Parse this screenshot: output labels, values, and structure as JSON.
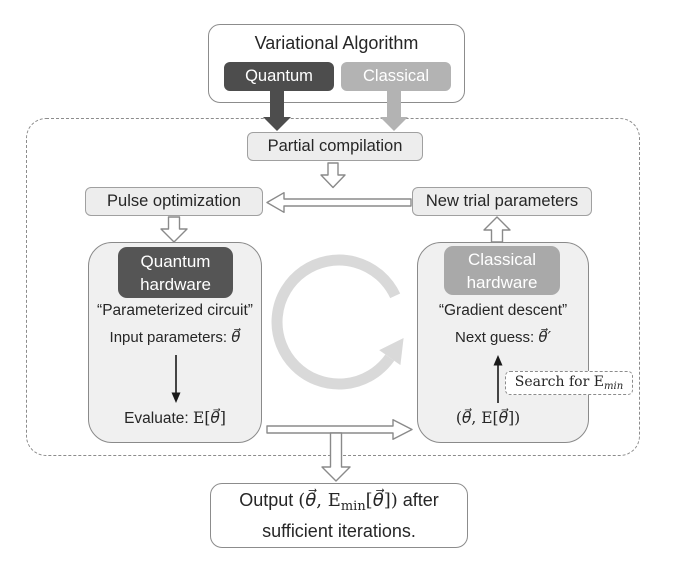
{
  "diagram": {
    "top_box": {
      "title": "Variational Algorithm",
      "quantum_label": "Quantum",
      "classical_label": "Classical"
    },
    "partial_compilation_label": "Partial compilation",
    "pulse_optimization_label": "Pulse optimization",
    "new_trial_parameters_label": "New trial parameters",
    "quantum_node": {
      "header_line1": "Quantum",
      "header_line2": "hardware",
      "subtitle": "“Parameterized circuit”",
      "input_line": [
        {
          "t": "Input parameters: "
        },
        {
          "t": "θ⃗",
          "c": "m"
        }
      ],
      "evaluate_line": [
        {
          "t": "Evaluate: "
        },
        {
          "t": "E[",
          "c": "rm"
        },
        {
          "t": "θ⃗",
          "c": "m"
        },
        {
          "t": "]",
          "c": "rm"
        }
      ]
    },
    "classical_node": {
      "header_line1": "Classical",
      "header_line2": "hardware",
      "subtitle": "“Gradient descent”",
      "next_guess_line": [
        {
          "t": "Next guess: "
        },
        {
          "t": "θ⃗",
          "c": "m"
        },
        {
          "t": "′",
          "c": "m"
        }
      ],
      "pair_line": [
        {
          "t": "(",
          "c": "rm"
        },
        {
          "t": "θ⃗",
          "c": "m"
        },
        {
          "t": ", ",
          "c": "rm"
        },
        {
          "t": "E[",
          "c": "rm"
        },
        {
          "t": "θ⃗",
          "c": "m"
        },
        {
          "t": "])",
          "c": "rm"
        }
      ]
    },
    "search_box_line": [
      {
        "t": "Search for "
      },
      {
        "t": "E",
        "c": "rm"
      },
      {
        "t": "min",
        "c": "sub"
      }
    ],
    "output_box": {
      "line1": [
        {
          "t": "Output "
        },
        {
          "t": "(",
          "c": "rm"
        },
        {
          "t": "θ⃗",
          "c": "m"
        },
        {
          "t": ", ",
          "c": "rm"
        },
        {
          "t": "E",
          "c": "rm"
        },
        {
          "t": "min",
          "c": "subr"
        },
        {
          "t": "[",
          "c": "rm"
        },
        {
          "t": "θ⃗",
          "c": "m"
        },
        {
          "t": "])",
          "c": "rm"
        },
        {
          "t": " after"
        }
      ],
      "line2": "sufficient iterations."
    },
    "colors": {
      "quantum_dark": "#4d4d4d",
      "quantum_header": "#555555",
      "classical_light": "#b3b3b3",
      "classical_header": "#a9a9a9",
      "process_box_fill": "#ededed",
      "node_fill": "#f0f0f0",
      "border_gray": "#8c8c8c",
      "loop_gray": "#d9d9d9"
    }
  }
}
